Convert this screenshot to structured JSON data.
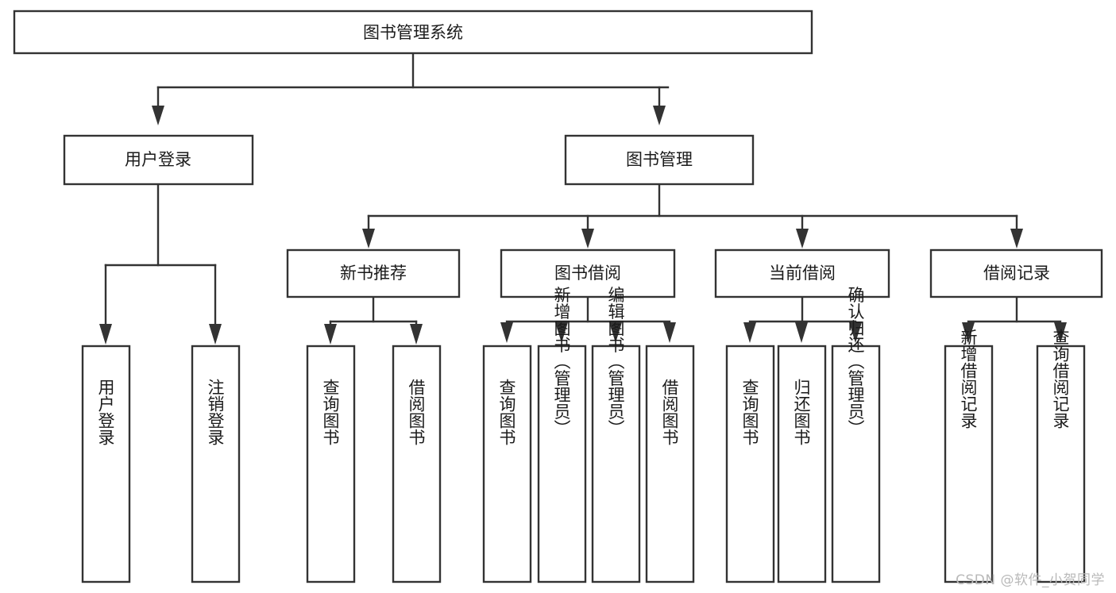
{
  "diagram": {
    "title": "图书管理系统",
    "type": "hierarchy-tree",
    "watermark": "CSDN @软件_小贺同学",
    "colors": {
      "box_stroke": "#333333",
      "box_fill": "#ffffff",
      "text": "#1b1b1b",
      "background": "#ffffff",
      "watermark": "#b9b9b9"
    },
    "levels": {
      "level1_label": "图书管理系统",
      "level2_labels": [
        "用户登录",
        "图书管理"
      ],
      "level3_labels": [
        "新书推荐",
        "图书借阅",
        "当前借阅",
        "借阅记录"
      ]
    },
    "nodes": {
      "root": {
        "label": "图书管理系统",
        "orientation": "horizontal"
      },
      "user_login": {
        "label": "用户登录",
        "orientation": "horizontal"
      },
      "book_manage": {
        "label": "图书管理",
        "orientation": "horizontal"
      },
      "new_book_rec": {
        "label": "新书推荐",
        "orientation": "horizontal"
      },
      "book_borrow": {
        "label": "图书借阅",
        "orientation": "horizontal"
      },
      "current_borrow": {
        "label": "当前借阅",
        "orientation": "horizontal"
      },
      "borrow_record": {
        "label": "借阅记录",
        "orientation": "horizontal"
      },
      "leaf_user_login": {
        "label": "用户登录",
        "orientation": "vertical"
      },
      "leaf_logout": {
        "label": "注销登录",
        "orientation": "vertical"
      },
      "leaf_query_book_1": {
        "label": "查询图书",
        "orientation": "vertical"
      },
      "leaf_borrow_book_1": {
        "label": "借阅图书",
        "orientation": "vertical"
      },
      "leaf_query_book_2": {
        "label": "查询图书",
        "orientation": "vertical"
      },
      "leaf_add_book": {
        "label": "新增图书（管理员）",
        "orientation": "vertical"
      },
      "leaf_edit_book": {
        "label": "编辑图书（管理员）",
        "orientation": "vertical"
      },
      "leaf_borrow_book_2": {
        "label": "借阅图书",
        "orientation": "vertical"
      },
      "leaf_query_book_3": {
        "label": "查询图书",
        "orientation": "vertical"
      },
      "leaf_return_book": {
        "label": "归还图书",
        "orientation": "vertical"
      },
      "leaf_confirm_return": {
        "label": "确认归还（管理员）",
        "orientation": "vertical"
      },
      "leaf_add_record": {
        "label": "新增借阅记录",
        "orientation": "vertical"
      },
      "leaf_query_record": {
        "label": "查询借阅记录",
        "orientation": "vertical"
      }
    }
  }
}
